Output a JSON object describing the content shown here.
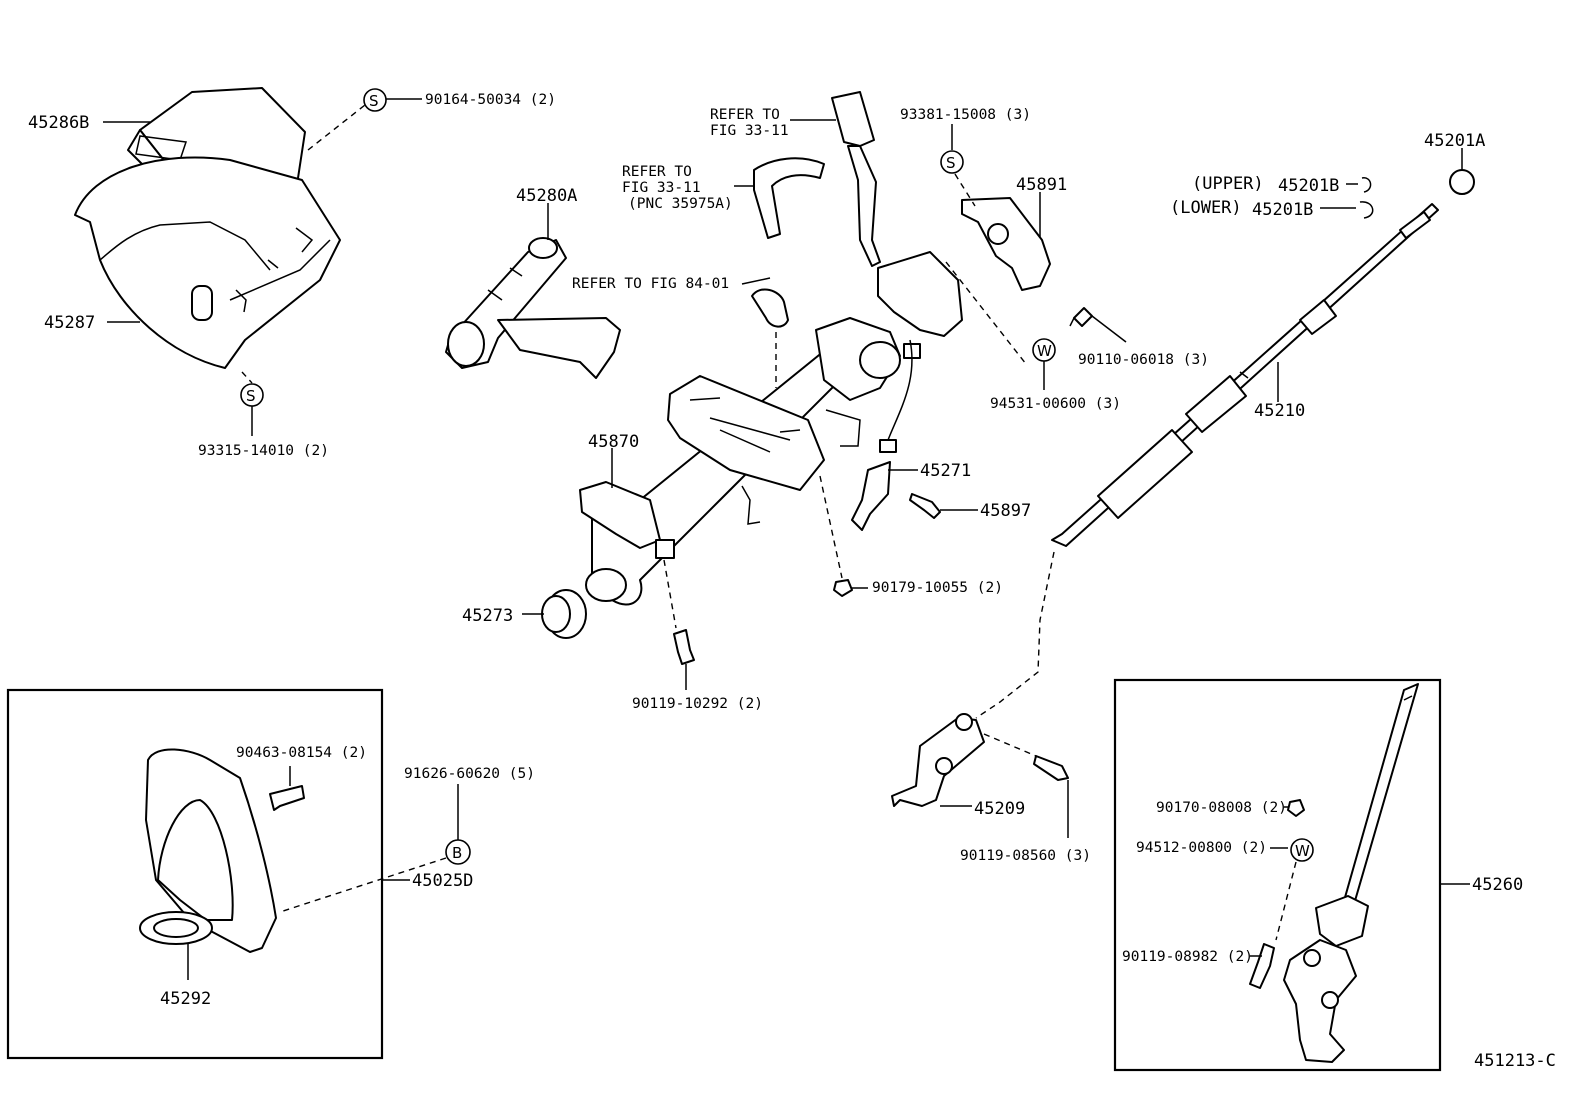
{
  "diagram_id": "451213-C",
  "symbols": {
    "S": "S",
    "W": "W",
    "B": "B"
  },
  "labels": {
    "p45286B": "45286B",
    "p45287": "45287",
    "s90164": "90164-50034 (2)",
    "s93315": "93315-14010 (2)",
    "p45280A": "45280A",
    "refer1_l1": "REFER TO",
    "refer1_l2": "FIG 33-11",
    "refer2_l1": "REFER TO",
    "refer2_l2": "FIG 33-11",
    "refer2_l3": "(PNC 35975A)",
    "refer3": "REFER TO FIG 84-01",
    "s93381": "93381-15008 (3)",
    "p45891": "45891",
    "s90110": "90110-06018 (3)",
    "s94531": "94531-00600 (3)",
    "p45201A": "45201A",
    "upper": "(UPPER)",
    "lower": "(LOWER)",
    "p45201B_u": "45201B",
    "p45201B_l": "45201B",
    "p45210": "45210",
    "p45870": "45870",
    "p45271": "45271",
    "p45897": "45897",
    "p45273": "45273",
    "s90179": "90179-10055 (2)",
    "s90119_10292": "90119-10292 (2)",
    "p45209": "45209",
    "s90119_08560": "90119-08560 (3)",
    "s90463": "90463-08154 (2)",
    "s91626": "91626-60620 (5)",
    "p45025D": "45025D",
    "p45292": "45292",
    "s90170": "90170-08008 (2)",
    "s94512": "94512-00800 (2)",
    "p45260": "45260",
    "s90119_08982": "90119-08982 (2)"
  }
}
